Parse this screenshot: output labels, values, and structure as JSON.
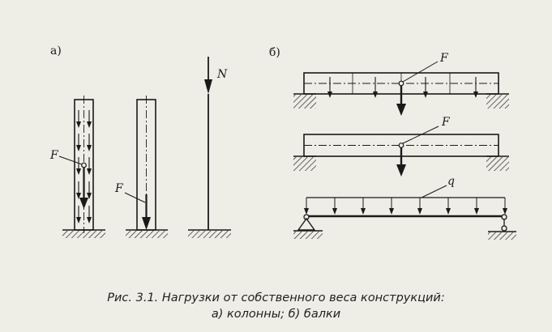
{
  "figure": {
    "panel_a_label": "а)",
    "panel_b_label": "б)",
    "force_F": "F",
    "force_N": "N",
    "load_q": "q"
  },
  "caption": {
    "line1": "Рис. 3.1. Нагрузки от собственного веса конструкций:",
    "line2": "а) колонны; б) балки"
  },
  "colors": {
    "ink": "#1a1a1a",
    "paper": "#eeede6"
  }
}
